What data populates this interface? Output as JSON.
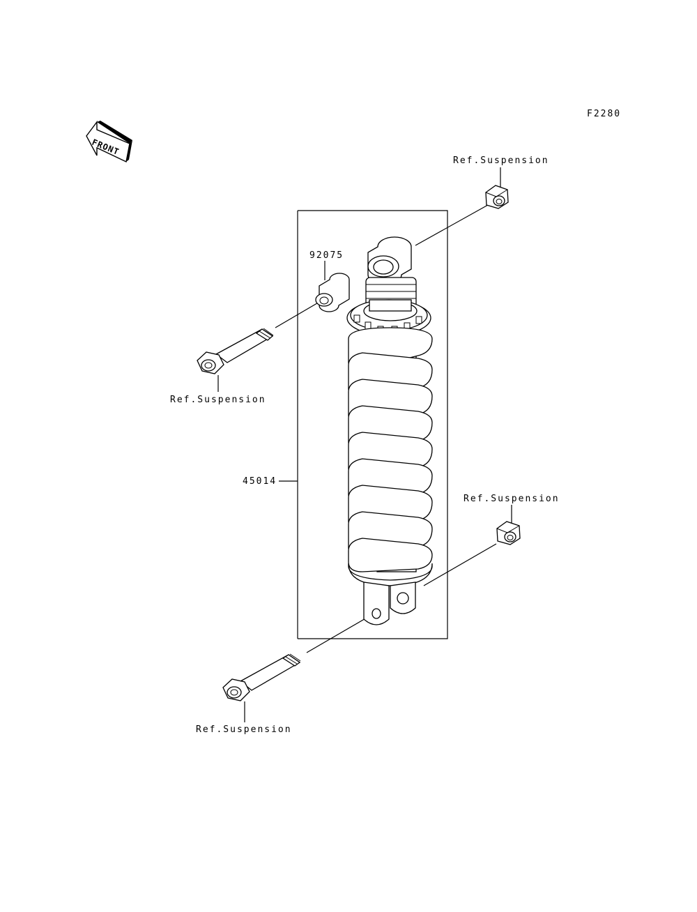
{
  "diagram_code": "F2280",
  "front_arrow_label": "FRONT",
  "labels": {
    "ref_top_right": "Ref.Suspension",
    "collar_part": "92075",
    "ref_upper_bolt": "Ref.Suspension",
    "shock_part": "45014",
    "ref_lower_right": "Ref.Suspension",
    "ref_lower_bolt": "Ref.Suspension"
  }
}
